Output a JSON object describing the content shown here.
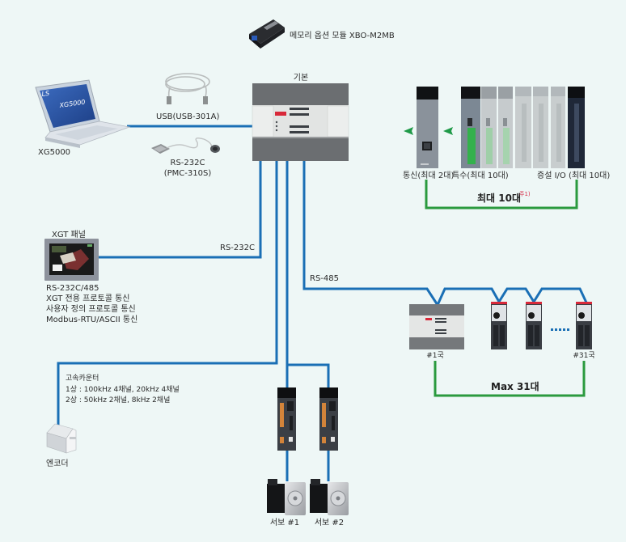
{
  "memory_module": {
    "label": "메모리 옵션 모듈 XBO-M2MB"
  },
  "plc": {
    "label": "기본"
  },
  "laptop": {
    "label": "XG5000",
    "screen_brand": "LS",
    "screen_logo": "XG5000"
  },
  "usb_cable": {
    "label": "USB(USB-301A)"
  },
  "rs232_cable": {
    "label_line1": "RS-232C",
    "label_line2": "(PMC-310S)"
  },
  "xgt_panel": {
    "title": "XGT 패널",
    "link_label": "RS-232C",
    "features": [
      "RS-232C/485",
      "XGT 전용 프로토콜 통신",
      "사용자 정의 프로토콜 통신",
      "Modbus-RTU/ASCII 통신"
    ]
  },
  "expansion": {
    "comm_label": "통신(최대 2대)",
    "special_label": "특수(최대 10대)",
    "io_label": "증설 I/O (최대 10대)",
    "total_label": "최대 10대",
    "note": "주1)"
  },
  "rs485": {
    "label": "RS-485",
    "first_station": "#1국",
    "last_station": "#31국",
    "total_label": "Max 31대"
  },
  "counter": {
    "title": "고속카운터",
    "lines": [
      "1상 : 100kHz 4채널, 20kHz 4채널",
      "2상 : 50kHz 2채널, 8kHz 2채널"
    ]
  },
  "encoder": {
    "label": "엔코더"
  },
  "servos": [
    {
      "label": "서보 #1"
    },
    {
      "label": "서보 #2"
    }
  ],
  "colors": {
    "background": "#eef7f6",
    "link_blue": "#1a6fb5",
    "bracket_green": "#2a9a3e",
    "note_red": "#d6304a"
  }
}
